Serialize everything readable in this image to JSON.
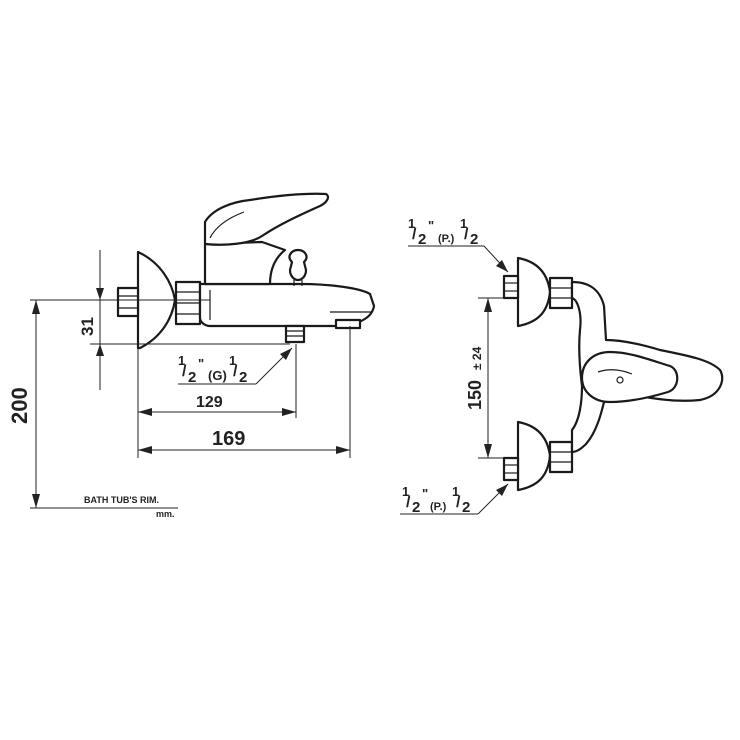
{
  "side_view": {
    "dim_31": "31",
    "dim_200": "200",
    "dim_129": "129",
    "dim_169": "169",
    "outlet_thread": {
      "frac_num": "1",
      "frac_den": "2",
      "inch": "\"",
      "type": "(G)",
      "frac2_num": "1",
      "frac2_den": "2"
    },
    "rim_label": "BATH TUB'S RIM.",
    "unit_label": "mm."
  },
  "front_view": {
    "dim_150": "150",
    "tolerance": "± 24",
    "top_inlet": {
      "frac_num": "1",
      "frac_den": "2",
      "inch": "\"",
      "type": "(P.)",
      "frac2_num": "1",
      "frac2_den": "2"
    },
    "bottom_inlet": {
      "frac_num": "1",
      "frac_den": "2",
      "inch": "\"",
      "type": "(P.)",
      "frac2_num": "1",
      "frac2_den": "2"
    }
  }
}
